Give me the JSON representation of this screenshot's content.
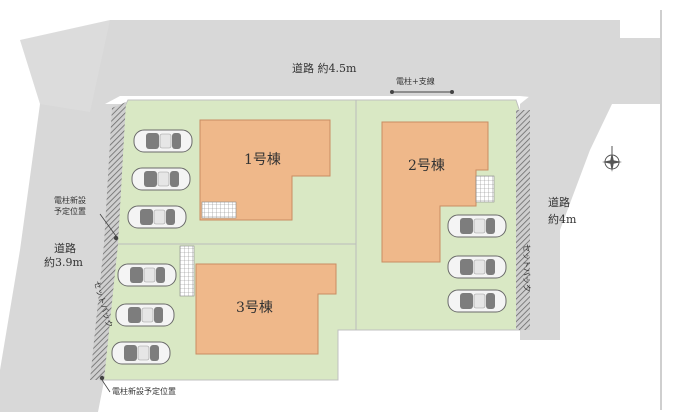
{
  "roads": {
    "north": "道路 約4.5m",
    "east_line1": "道路",
    "east_line2": "約4m",
    "west_line1": "道路",
    "west_line2": "約3.9m"
  },
  "buildings": {
    "b1": "1号棟",
    "b2": "2号棟",
    "b3": "3号棟"
  },
  "annotations": {
    "pole_branch": "電柱+支線",
    "new_pole_upper_1": "電柱新設",
    "new_pole_upper_2": "予定位置",
    "new_pole_lower": "電柱新設予定位置",
    "setback_west": "セットバック",
    "setback_east": "セットバック"
  },
  "colors": {
    "road": "#d8d8d8",
    "lot": "#d9e8c4",
    "house": "#efb88a",
    "lot_line": "#c0c0c0",
    "setback": "#9a9a9a"
  }
}
